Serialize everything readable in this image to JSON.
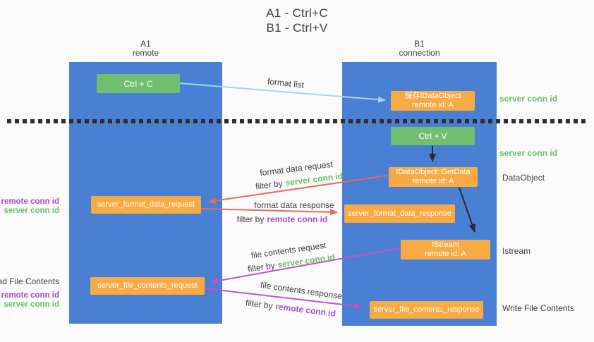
{
  "title": {
    "line1": "A1 - Ctrl+C",
    "line2": "B1 - Ctrl+V"
  },
  "columns": [
    {
      "name": "A1",
      "role": "remote"
    },
    {
      "name": "B1",
      "role": "connection"
    }
  ],
  "nodes": {
    "ctrl_c": "Ctrl + C",
    "ctrl_v": "Ctrl + V",
    "save_idataobject": {
      "line1": "保存IDataObject",
      "line2": "remote id: A"
    },
    "getdata": {
      "line1": "IDataObject::GetData",
      "line2": "remote id: A"
    },
    "istream": {
      "line1": "IStream",
      "line2": "remote id: A"
    },
    "format_request": "server_format_data_request",
    "format_response": "server_format_data_response",
    "file_request": "server_file_contents_request",
    "file_response": "server_file_contents_response"
  },
  "arrow_labels": {
    "format_list": "format list",
    "format_data_request": "format data request",
    "filter_server_1": {
      "prefix": "filter by",
      "key": "server conn id"
    },
    "format_data_response": "format data response",
    "filter_remote_1": {
      "prefix": "filter by",
      "key": "remote conn id"
    },
    "file_contents_request": "file contents request",
    "filter_server_2": {
      "prefix": "filter by",
      "key": "server conn id"
    },
    "file_contents_response": "file contents response",
    "filter_remote_2": {
      "prefix": "filter by",
      "key": "remote conn id"
    }
  },
  "side_labels": {
    "left": {
      "remote_conn_1": "remote conn id",
      "server_conn_1": "server conn id",
      "read_file": "Read File Contents",
      "remote_conn_2": "remote conn id",
      "server_conn_2": "server conn id"
    },
    "right": {
      "server_conn_1": "server conn id",
      "server_conn_2": "server conn id",
      "dataobject": "DataObject",
      "istream": "Istream",
      "write_file": "Write File Contents"
    }
  },
  "colors": {
    "column_blue": "#4a80d4",
    "box_green": "#71bf6e",
    "box_orange": "#f8ab44",
    "arrow_blue": "#a8d2f0",
    "arrow_red": "#e9695f",
    "arrow_magenta": "#c253c9",
    "arrow_black": "#2b2b2b",
    "text_green": "#6abf68",
    "text_purple": "#a64dc9",
    "text_dark": "#3f3f3f",
    "background": "#fafafa"
  }
}
